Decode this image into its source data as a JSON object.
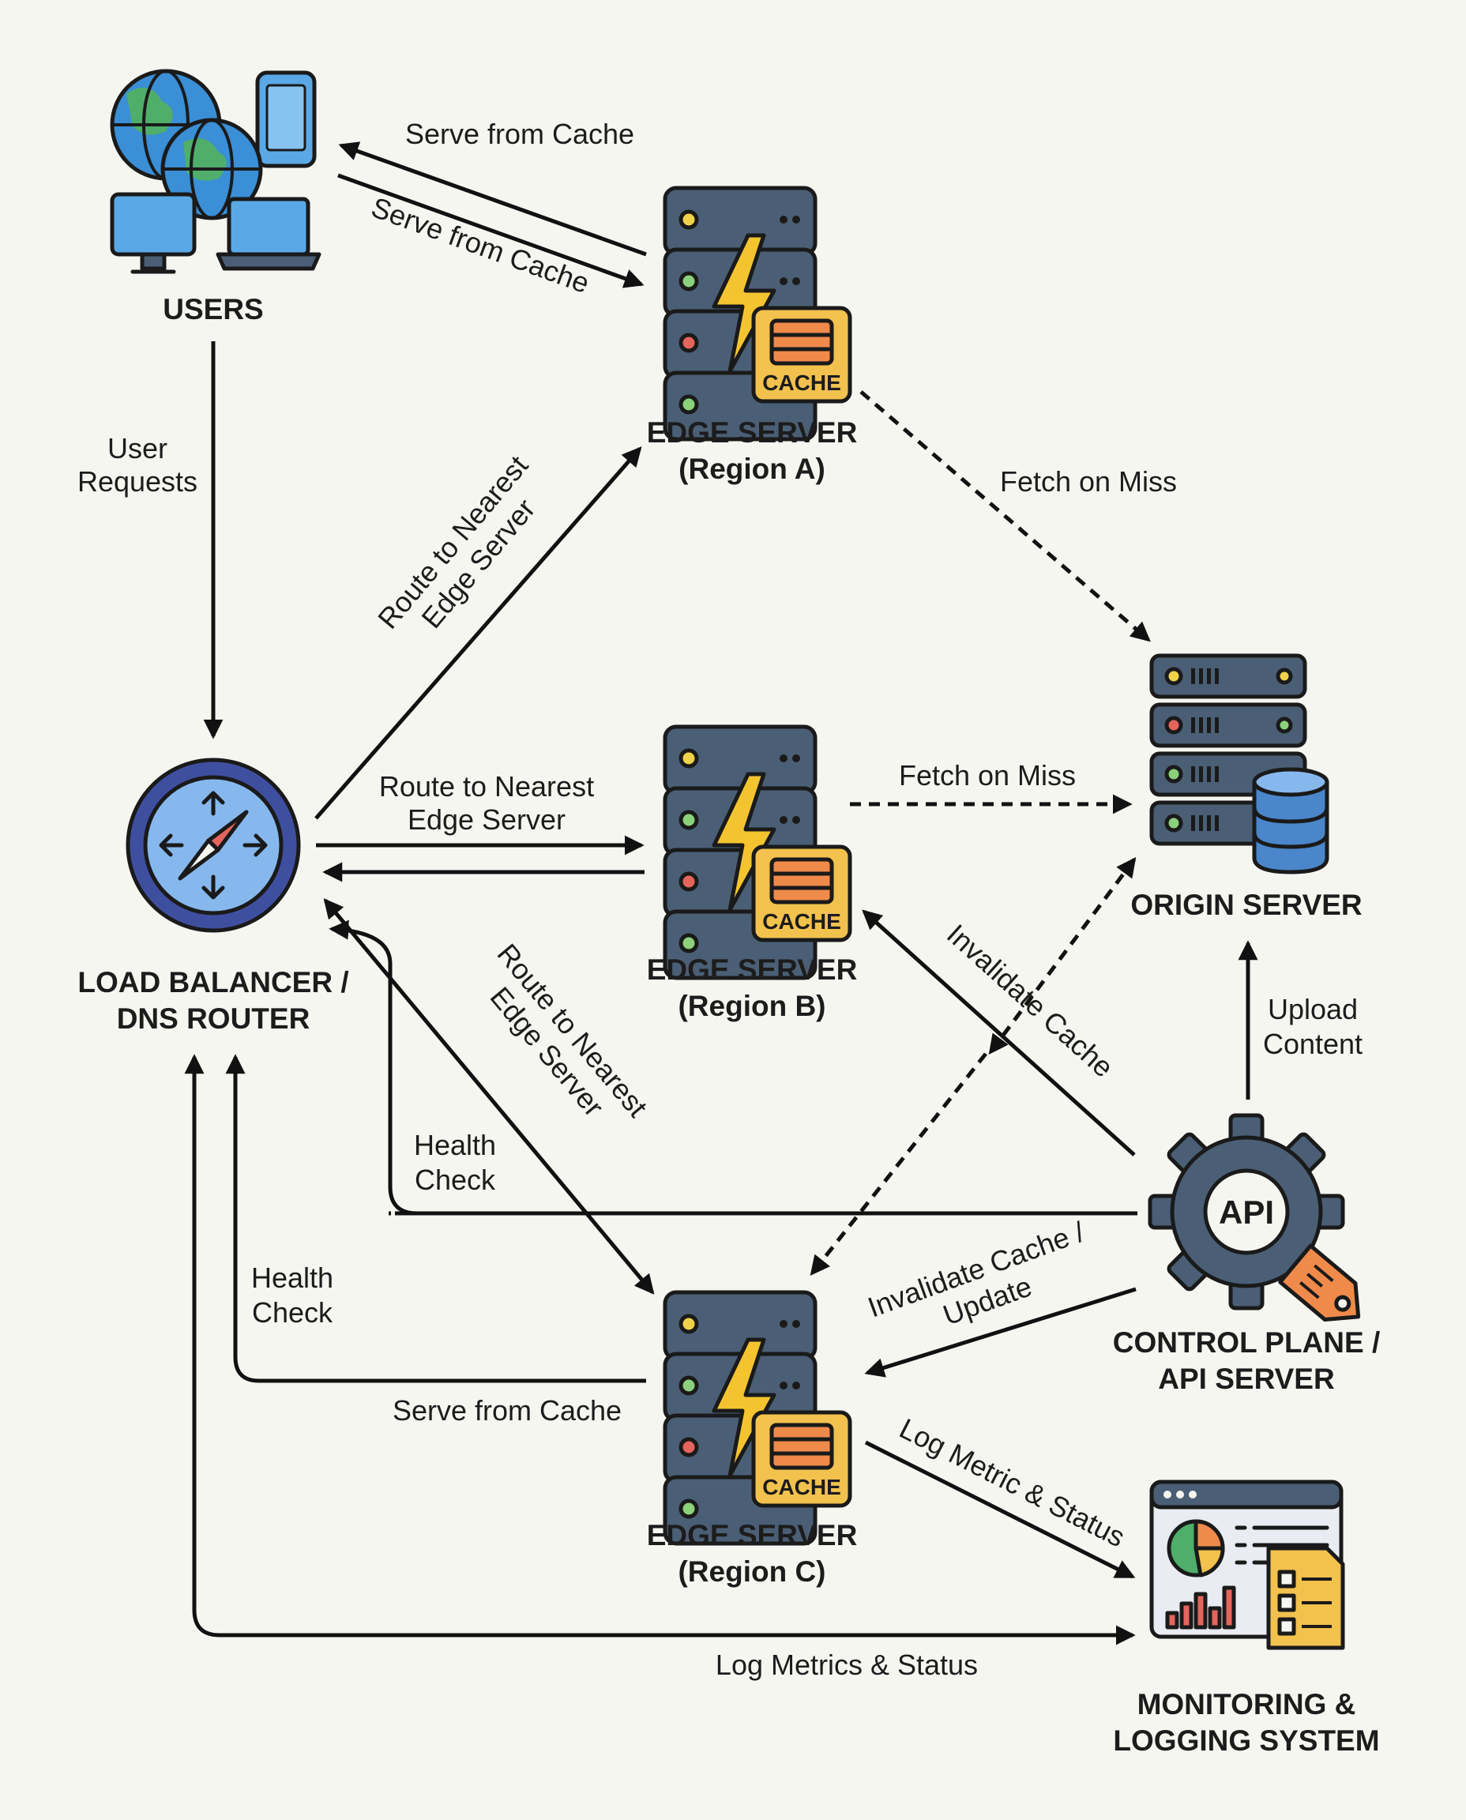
{
  "colors": {
    "background": "#f6f6f1",
    "server_body": "#4a5f75",
    "server_slot": "#3b4d61",
    "cache_badge": "#f2c14e",
    "bolt": "#f4c430",
    "led_green": "#8bd17c",
    "led_red": "#e4655c",
    "led_yellow": "#f0d24a",
    "globe_blue": "#3a8fd6",
    "globe_green": "#4fae6a",
    "screen_blue": "#5aa9e6",
    "compass_ring": "#3f4fa0",
    "compass_face": "#86b8ee",
    "gear": "#4a5f75",
    "tag_orange": "#f08a4b",
    "db_blue": "#4a86c9",
    "chart_yellow": "#f2c14e"
  },
  "nodes": {
    "users": {
      "title": "USERS",
      "icon": "globe-devices-icon"
    },
    "edge_a": {
      "title_line1": "EDGE SERVER",
      "title_line2": "(Region A)",
      "icon": "edge-server-icon",
      "badge": "CACHE"
    },
    "edge_b": {
      "title_line1": "EDGE SERVER",
      "title_line2": "(Region B)",
      "icon": "edge-server-icon",
      "badge": "CACHE"
    },
    "edge_c": {
      "title_line1": "EDGE SERVER",
      "title_line2": "(Region C)",
      "icon": "edge-server-icon",
      "badge": "CACHE"
    },
    "load_balancer": {
      "title_line1": "LOAD BALANCER /",
      "title_line2": "DNS ROUTER",
      "icon": "compass-icon"
    },
    "origin": {
      "title": "ORIGIN SERVER",
      "icon": "origin-server-database-icon"
    },
    "control_plane": {
      "title_line1": "CONTROL PLANE /",
      "title_line2": "API SERVER",
      "icon": "api-gear-icon",
      "badge": "API"
    },
    "monitoring": {
      "title_line1": "MONITORING &",
      "title_line2": "LOGGING SYSTEM",
      "icon": "dashboard-report-icon"
    }
  },
  "edges": {
    "edge_a_to_users": {
      "label": "Serve from Cache",
      "style": "solid"
    },
    "users_to_edge_a": {
      "label": "Serve from Cache",
      "style": "solid"
    },
    "users_to_lb": {
      "label_line1": "User",
      "label_line2": "Requests",
      "style": "solid"
    },
    "lb_to_edge_a": {
      "label_line1": "Route to Nearest",
      "label_line2": "Edge Server",
      "style": "solid"
    },
    "lb_to_edge_b": {
      "label_line1": "Route to Nearest",
      "label_line2": "Edge Server",
      "style": "solid"
    },
    "edge_b_to_lb": {
      "label": "",
      "style": "solid"
    },
    "lb_to_edge_c": {
      "label_line1": "Route to Nearest",
      "label_line2": "Edge Server",
      "style": "solid"
    },
    "edge_a_to_origin": {
      "label": "Fetch on Miss",
      "style": "dashed"
    },
    "edge_b_to_origin": {
      "label": "Fetch on Miss",
      "style": "dashed"
    },
    "edge_c_to_origin": {
      "label": "",
      "style": "dashed"
    },
    "control_to_edge_b": {
      "label": "Invalidate Cache",
      "style": "solid"
    },
    "control_to_edge_c": {
      "label_line1": "Invalidate Cache /",
      "label_line2": "Update",
      "style": "solid"
    },
    "control_to_origin": {
      "label_line1": "Upload",
      "label_line2": "Content",
      "style": "solid"
    },
    "health_check_control": {
      "label_line1": "Health",
      "label_line2": "Check",
      "style": "solid"
    },
    "health_check_edge_c": {
      "label_line1": "Health",
      "label_line2": "Check",
      "style": "solid"
    },
    "edge_c_serve": {
      "label": "Serve from Cache",
      "style": "solid"
    },
    "edge_c_to_monitoring": {
      "label": "Log Metric & Status",
      "style": "solid"
    },
    "lb_monitoring_log": {
      "label": "Log Metrics & Status",
      "style": "solid"
    }
  }
}
